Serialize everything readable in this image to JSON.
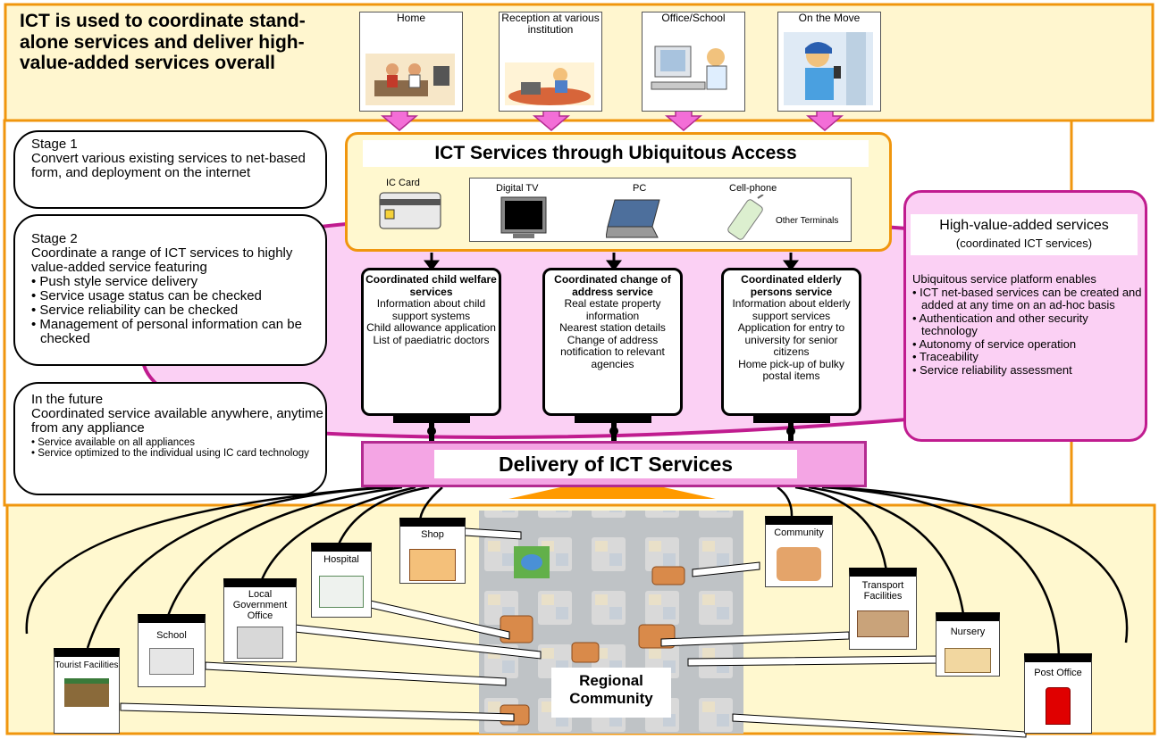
{
  "title": "ICT is used to coordinate stand-alone services and deliver high-value-added services overall",
  "access_points": [
    {
      "label": "Home",
      "icon": "home-scene-icon"
    },
    {
      "label": "Reception at various institution",
      "icon": "reception-scene-icon"
    },
    {
      "label": "Office/School",
      "icon": "office-scene-icon"
    },
    {
      "label": "On the Move",
      "icon": "mobile-scene-icon"
    }
  ],
  "stages": {
    "stage1": {
      "heading": "Stage 1",
      "text": "Convert various existing services to net-based form, and deployment on  the internet"
    },
    "stage2": {
      "heading": "Stage 2",
      "text": "Coordinate a range of ICT services to highly value-added service featuring",
      "items": [
        "Push style service delivery",
        "Service usage status can be checked",
        "Service reliability can be checked",
        "Management of personal information can be checked"
      ]
    },
    "future": {
      "heading": "In the future",
      "text": "Coordinated service available anywhere, anytime from any appliance",
      "items": [
        "Service available on all appliances",
        "Service optimized to the individual using IC card technology"
      ]
    }
  },
  "ubiquitous": {
    "title": "ICT Services through Ubiquitous Access",
    "ic_card": "IC Card",
    "terminals": [
      "Digital TV",
      "PC",
      "Cell-phone"
    ],
    "other": "Other Terminals"
  },
  "services": [
    {
      "title": "Coordinated child welfare services",
      "items": [
        "Information about child support systems",
        "Child allowance application",
        "List of paediatric doctors"
      ]
    },
    {
      "title": "Coordinated change of address service",
      "items": [
        "Real estate property information",
        "Nearest station details",
        "Change of address notification to relevant agencies"
      ]
    },
    {
      "title": "Coordinated elderly persons service",
      "items": [
        "Information about elderly support services",
        "Application for entry to university for senior citizens",
        "Home pick-up of bulky postal items"
      ]
    }
  ],
  "high_value": {
    "heading": "High-value-added services",
    "subheading": "(coordinated ICT services)",
    "intro": "Ubiquitous service platform enables",
    "items": [
      "ICT net-based services can be created and added at any time on an ad-hoc basis",
      "Authentication and other security technology",
      "Autonomy of service operation",
      "Traceability",
      "Service reliability assessment"
    ]
  },
  "delivery": "Delivery of ICT Services",
  "regional": "Regional Community",
  "locations": [
    "Tourist Facilities",
    "School",
    "Local Government Office",
    "Hospital",
    "Shop",
    "Community",
    "Transport Facilities",
    "Nursery",
    "Post Office"
  ],
  "colors": {
    "orange": "#f0960e",
    "magenta": "#c01c8f",
    "pink": "#fbd0f4",
    "cream": "#fff8cf"
  }
}
